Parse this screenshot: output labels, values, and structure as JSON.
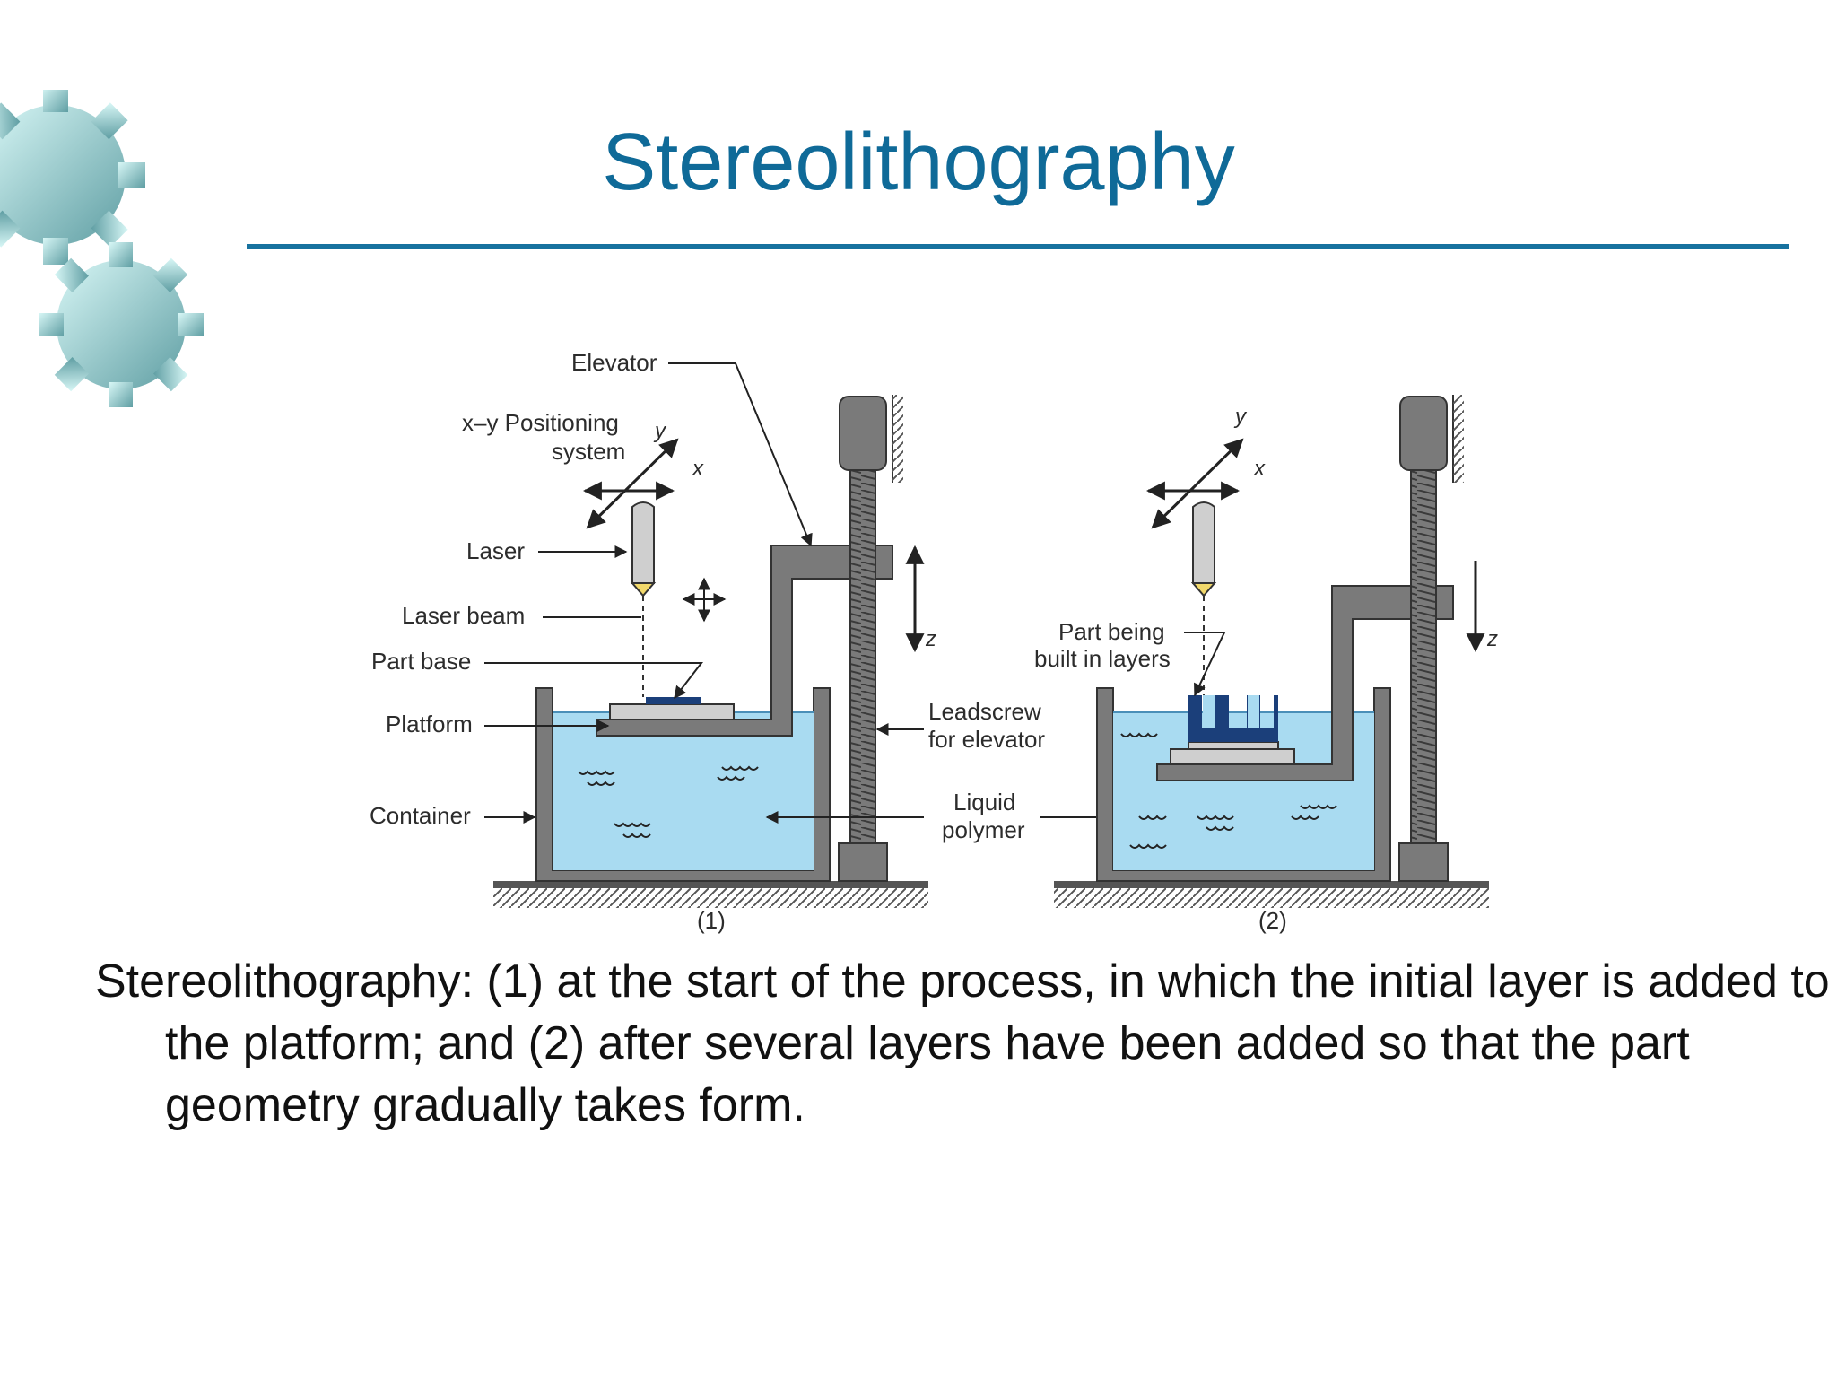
{
  "slide": {
    "title": "Stereolithography",
    "accent_color": "#0f6a98",
    "gear_icons": [
      "gear-icon",
      "gear-icon"
    ]
  },
  "diagram": {
    "labels": {
      "elevator": "Elevator",
      "xy_positioning_1": "x–y Positioning",
      "xy_positioning_2": "system",
      "laser": "Laser",
      "laser_beam": "Laser beam",
      "part_base": "Part base",
      "platform": "Platform",
      "container": "Container",
      "leadscrew_1": "Leadscrew",
      "leadscrew_2": "for elevator",
      "liquid_1": "Liquid",
      "liquid_2": "polymer",
      "part_being_1": "Part being",
      "part_being_2": "built in layers",
      "axis_x": "x",
      "axis_y": "y",
      "axis_z": "z",
      "panel_1": "(1)",
      "panel_2": "(2)"
    },
    "colors": {
      "liquid": "#a9dbf1",
      "metal": "#7a7a7a",
      "part": "#1b3f7a"
    }
  },
  "caption": "Stereolithography: (1) at the start of the process, in which the initial layer is added to the platform; and (2) after several layers have been added so that the part geometry gradually takes form."
}
